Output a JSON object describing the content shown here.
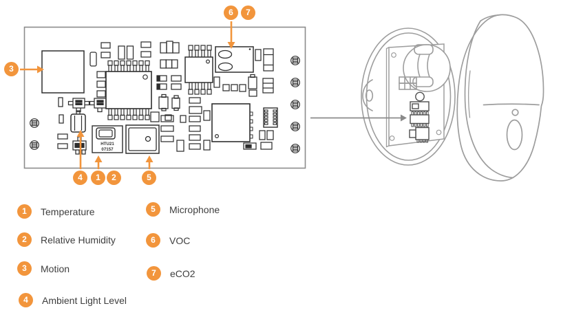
{
  "pcb": {
    "chip_marking": {
      "line1": "HTU21",
      "line2": "07157"
    }
  },
  "callouts": {
    "numbers": [
      "1",
      "2",
      "3",
      "4",
      "5",
      "6",
      "7"
    ]
  },
  "legend": {
    "items": [
      {
        "number": "1",
        "label": "Temperature"
      },
      {
        "number": "2",
        "label": "Relative Humidity"
      },
      {
        "number": "3",
        "label": "Motion"
      },
      {
        "number": "4",
        "label": "Ambient Light Level"
      },
      {
        "number": "5",
        "label": "Microphone"
      },
      {
        "number": "6",
        "label": "VOC"
      },
      {
        "number": "7",
        "label": "eCO2"
      }
    ]
  },
  "colors": {
    "accent_orange": "#F2953C",
    "pcb_line": "#2E2E2E",
    "board_outline": "#8C8C8C",
    "enclosure_line": "#9D9D9D",
    "legend_text": "#3E3E3E"
  }
}
